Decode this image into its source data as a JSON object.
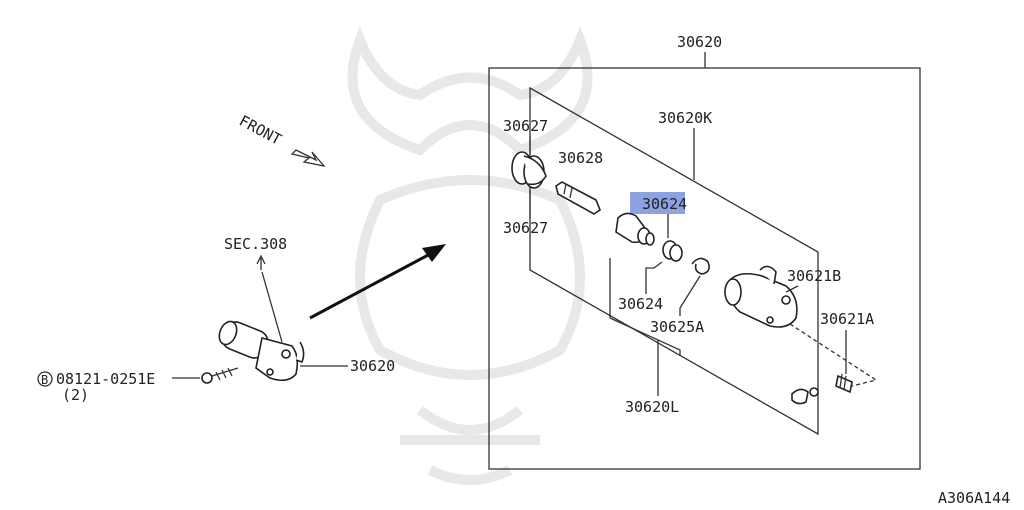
{
  "labels": {
    "front": "FRONT",
    "sec": "SEC.308",
    "bolt_code": "08121-0251E",
    "bolt_qty": "(2)",
    "circle_letter": "B",
    "left_assembly": "30620",
    "box_top": "30620",
    "p30627_top": "30627",
    "p30627_bottom": "30627",
    "p30628": "30628",
    "p30620K": "30620K",
    "p30624_highlighted": "30624",
    "p30624_lower": "30624",
    "p30625A": "30625A",
    "p30621B": "30621B",
    "p30621A": "30621A",
    "p30620L": "30620L",
    "figure_code": "A306A144"
  },
  "colors": {
    "highlight": "#8da2e0",
    "line": "#333333",
    "watermark": "#e8e8e8"
  }
}
